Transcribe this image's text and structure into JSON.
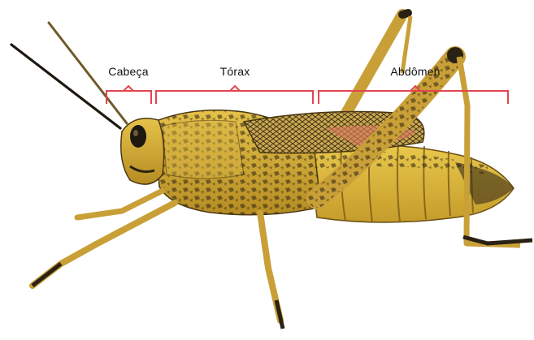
{
  "labels": {
    "head": "Cabeça",
    "thorax": "Tórax",
    "abdomen": "Abdômen"
  },
  "colors": {
    "bracket": "#e2454f",
    "body_yellow": "#d9b23a",
    "body_dark": "#2a2115",
    "wing": "#b99a4a",
    "wing_pink": "#d97b5c"
  }
}
